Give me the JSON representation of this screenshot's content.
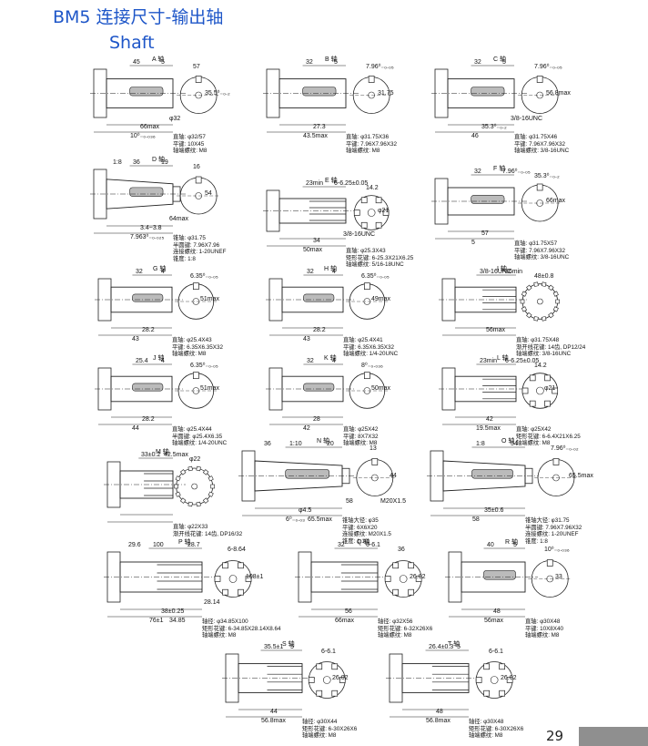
{
  "header": {
    "title": "BM5 连接尺寸-输出轴",
    "subtitle": "Shaft"
  },
  "page_number": "29",
  "panels": [
    {
      "id": "A",
      "title": "A 轴",
      "dims": [
        "45",
        "5",
        "57",
        "66max",
        "10⁰₋₀.₀₃₆",
        "35.5⁰₋₀.₂",
        "φ32"
      ],
      "spec": [
        "直轴: φ32/57",
        "平键: 10X45",
        "轴端螺纹: M8"
      ]
    },
    {
      "id": "B",
      "title": "B 轴",
      "dims": [
        "32",
        "5",
        "7.96⁰₋₀.₀₅",
        "27.3",
        "43.5max",
        "31.75"
      ],
      "spec": [
        "直轴: φ31.75X36",
        "平键: 7.96X7.96X32",
        "轴端螺纹: M8"
      ]
    },
    {
      "id": "C",
      "title": "C 轴",
      "dims": [
        "32",
        "5",
        "7.96⁰₋₀.₀₅",
        "35.3⁰₋₀.₂",
        "46",
        "56.8max",
        "3/8-16UNC"
      ],
      "spec": [
        "直轴: φ31.75X46",
        "平键: 7.96X7.96X32",
        "轴端螺纹: 3/8-16UNC"
      ]
    },
    {
      "id": "D",
      "title": "D 轴",
      "dims": [
        "36",
        "19",
        "16",
        "3.4~3.8",
        "7.963⁰₋₀.₀₂₅",
        "54",
        "64max",
        "1:8"
      ],
      "spec": [
        "锥轴: φ31.75",
        "半圆键: 7.96X7.96",
        "连接螺纹: 1-20UNEF",
        "锥度: 1:8"
      ]
    },
    {
      "id": "E",
      "title": "E 轴",
      "dims": [
        "23min",
        "6-6.25±0.05",
        "14.2",
        "34",
        "50max",
        "φ21",
        "3/8-16UNC"
      ],
      "spec": [
        "直轴: φ25.3X43",
        "矩形花键: 6-25.3X21X6.25",
        "轴端螺纹: 5/16-18UNC"
      ]
    },
    {
      "id": "F",
      "title": "F 轴",
      "dims": [
        "32",
        "7.96⁰₋₀.₀₅",
        "35.3⁰₋₀.₂",
        "57",
        "5",
        "66max"
      ],
      "spec": [
        "直轴: φ31.75X57",
        "平键: 7.96X7.96X32",
        "轴端螺纹: 3/8-16UNC"
      ]
    },
    {
      "id": "G",
      "title": "G 轴",
      "dims": [
        "32",
        "4",
        "6.35⁰₋₀.₀₅",
        "28.2",
        "43",
        "51max"
      ],
      "spec": [
        "直轴: φ25.4X43",
        "平键: 6.35X6.35X32",
        "轴端螺纹: M8"
      ]
    },
    {
      "id": "H",
      "title": "H 轴",
      "dims": [
        "32",
        "4",
        "6.35⁰₋₀.₀₅",
        "28.2",
        "43",
        "49max"
      ],
      "spec": [
        "直轴: φ25.4X41",
        "平键: 6.35X6.35X32",
        "轴端螺纹: 1/4-20UNC"
      ]
    },
    {
      "id": "I",
      "title": "I 轴",
      "dims": [
        "3/8-16UNC",
        "36min",
        "48±0.8",
        "56max"
      ],
      "spec": [
        "直轴: φ31.75X48",
        "渐开线花键: 14齿, DP12/24",
        "轴端螺纹: 3/8-16UNC"
      ]
    },
    {
      "id": "J",
      "title": "J 轴",
      "dims": [
        "25.4",
        "4",
        "6.35⁰₋₀.₀₅",
        "28.2",
        "44",
        "51max"
      ],
      "spec": [
        "直轴: φ25.4X44",
        "半圆键: φ25.4X6.35",
        "轴端螺纹: 1/4-20UNC"
      ]
    },
    {
      "id": "K",
      "title": "K 轴",
      "dims": [
        "32",
        "4",
        "8⁰₋₀.₀₃₆",
        "28",
        "42",
        "50max"
      ],
      "spec": [
        "直轴: φ25X42",
        "平键: 8X7X32",
        "轴端螺纹: M8"
      ]
    },
    {
      "id": "L",
      "title": "L 轴",
      "dims": [
        "23min",
        "6-6.25±0.05",
        "14.2",
        "42",
        "19.5max",
        "φ21"
      ],
      "spec": [
        "直轴: φ25X42",
        "矩形花键: 6-6.4X21X6.25",
        "轴端螺纹: M8"
      ]
    },
    {
      "id": "M",
      "title": "M 轴",
      "dims": [
        "33±0.2",
        "42.5max",
        "φ22"
      ],
      "spec": [
        "直轴: φ22X33",
        "渐开线花键: 14齿, DP16/32"
      ]
    },
    {
      "id": "N",
      "title": "N 轴",
      "dims": [
        "1:10",
        "20",
        "13",
        "φ4.5",
        "6⁰₋₀.₀₃",
        "44",
        "58",
        "36",
        "65.5max",
        "M20X1.5"
      ],
      "spec": [
        "锥轴大径: φ35",
        "平键: 6X6X20",
        "连接螺纹: M20X1.5",
        "锥度: 1:10"
      ]
    },
    {
      "id": "O",
      "title": "O 轴",
      "dims": [
        "1:8",
        "54",
        "7.96⁰₋₀.₀₂",
        "35±0.6",
        "58",
        "65.5max"
      ],
      "spec": [
        "锥轴大径: φ31.75",
        "半圆键: 7.96X7.96X32",
        "连接螺纹: 1-20UNEF",
        "锥度: 1:8"
      ]
    },
    {
      "id": "P",
      "title": "P 轴",
      "dims": [
        "100",
        "28.7",
        "6-8.64",
        "38±0.25",
        "76±1",
        "108±1",
        "28.14",
        "29.6",
        "34.85"
      ],
      "spec": [
        "轴径: φ34.85X100",
        "矩形花键: 6-34.85X28.14X8.64",
        "轴端螺纹: M8"
      ]
    },
    {
      "id": "Q",
      "title": "Q 轴",
      "dims": [
        "32",
        "6-6.1",
        "36",
        "56",
        "66max",
        "26.02"
      ],
      "spec": [
        "轴径: φ32X56",
        "矩形花键: 6-32X26X6",
        "轴端螺纹: M8"
      ]
    },
    {
      "id": "R",
      "title": "R 轴",
      "dims": [
        "40",
        "5",
        "10⁰₋₀.₀₃₆",
        "48",
        "56max",
        "33"
      ],
      "spec": [
        "直轴: φ30X48",
        "平键: 10X8X40",
        "轴端螺纹: M8"
      ]
    },
    {
      "id": "S",
      "title": "S 轴",
      "dims": [
        "35.5±1",
        "5",
        "6-6.1",
        "44",
        "56.8max",
        "26.02"
      ],
      "spec": [
        "轴径: φ30X44",
        "矩形花键: 6-30X26X6",
        "轴端螺纹: M8"
      ]
    },
    {
      "id": "T",
      "title": "T 轴",
      "dims": [
        "26.4±0.3",
        "5",
        "6-6.1",
        "48",
        "56.8max",
        "26.02"
      ],
      "spec": [
        "轴径: φ30X48",
        "矩形花键: 6-30X26X6",
        "轴端螺纹: M8"
      ]
    }
  ]
}
